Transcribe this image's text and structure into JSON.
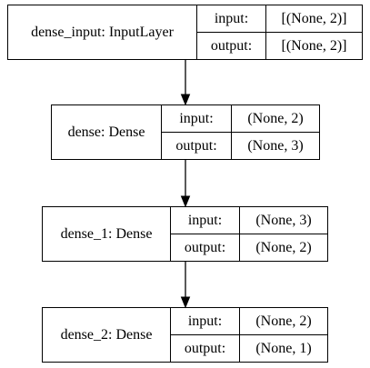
{
  "diagram": {
    "layers": [
      {
        "name": "dense_input: InputLayer",
        "input_label": "input:",
        "input_shape": "[(None, 2)]",
        "output_label": "output:",
        "output_shape": "[(None, 2)]"
      },
      {
        "name": "dense: Dense",
        "input_label": "input:",
        "input_shape": "(None, 2)",
        "output_label": "output:",
        "output_shape": "(None, 3)"
      },
      {
        "name": "dense_1: Dense",
        "input_label": "input:",
        "input_shape": "(None, 3)",
        "output_label": "output:",
        "output_shape": "(None, 2)"
      },
      {
        "name": "dense_2: Dense",
        "input_label": "input:",
        "input_shape": "(None, 2)",
        "output_label": "output:",
        "output_shape": "(None, 1)"
      }
    ]
  }
}
